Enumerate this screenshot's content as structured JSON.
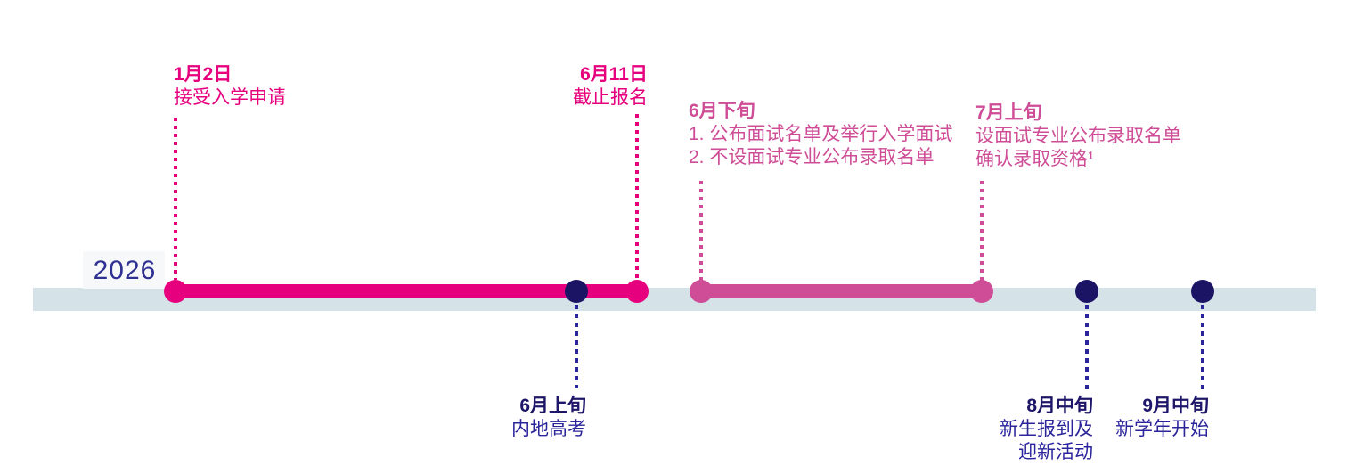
{
  "year": "2026",
  "colors": {
    "magenta": "#E6007E",
    "medium_pink": "#CE4D96",
    "navy_dot": "#1B1464",
    "navy_text": "#2B259C",
    "band_grey": "#D5E2E7",
    "year_text": "#2E3192"
  },
  "events_above": [
    {
      "date": "1月2日",
      "lines": [
        "接受入学申请"
      ]
    },
    {
      "date": "6月11日",
      "lines": [
        "截止报名"
      ]
    },
    {
      "date": "6月下旬",
      "lines": [
        "1. 公布面试名单及举行入学面试",
        "2. 不设面试专业公布录取名单"
      ]
    },
    {
      "date": "7月上旬",
      "lines": [
        "设面试专业公布录取名单",
        "确认录取资格¹"
      ]
    }
  ],
  "events_below": [
    {
      "date": "6月上旬",
      "lines": [
        "内地高考"
      ]
    },
    {
      "date": "8月中旬",
      "lines": [
        "新生报到及",
        "迎新活动"
      ]
    },
    {
      "date": "9月中旬",
      "lines": [
        "新学年开始"
      ]
    }
  ]
}
